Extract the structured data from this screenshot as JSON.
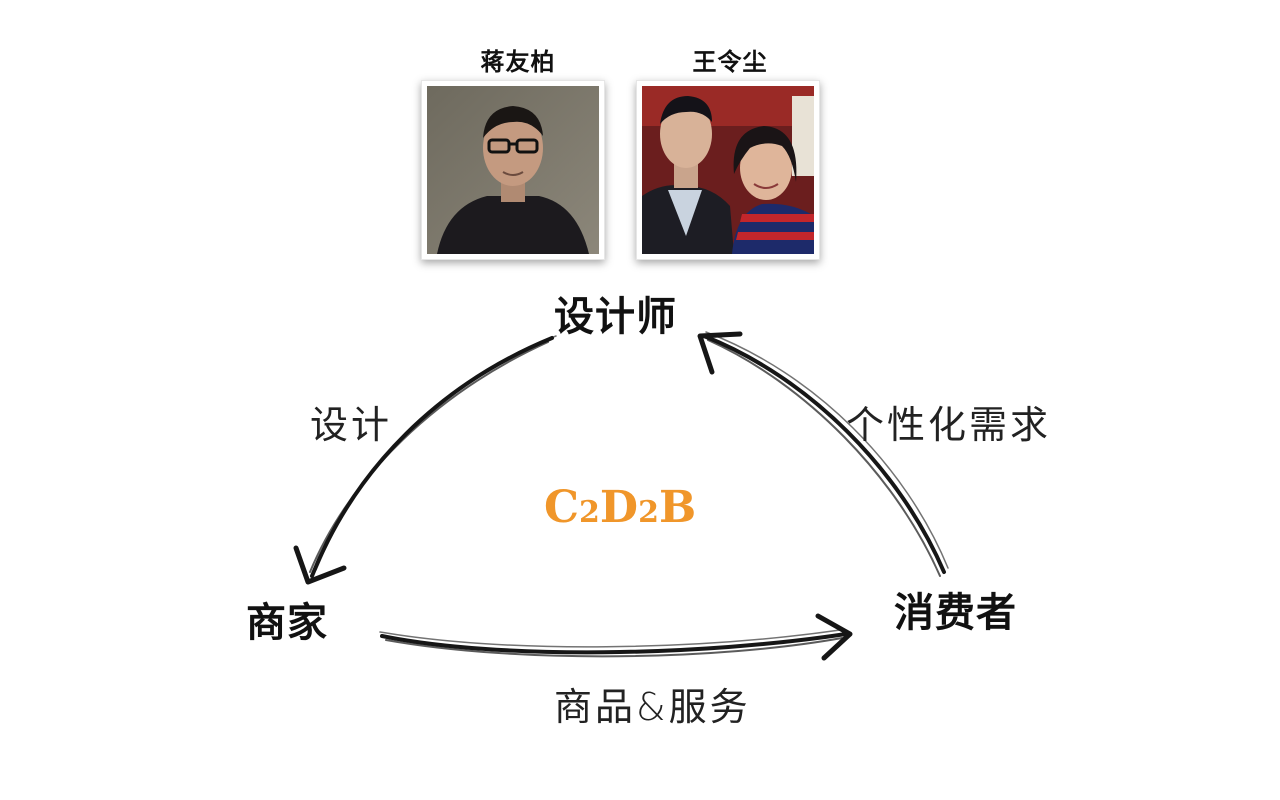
{
  "people": [
    {
      "name": "蒋友柏",
      "photo_icon": "portrait-man-glasses-icon"
    },
    {
      "name": "王令尘",
      "photo_icon": "portrait-young-man-and-woman-icon"
    }
  ],
  "nodes": {
    "designer": "设计师",
    "merchant": "商家",
    "consumer": "消费者"
  },
  "edges": {
    "design": "设计",
    "personalized_demand": "个性化需求",
    "goods_services": "商品&服务"
  },
  "model": {
    "parts": [
      "C",
      "2",
      "D",
      "2",
      "B"
    ],
    "color": "#f0962a"
  }
}
